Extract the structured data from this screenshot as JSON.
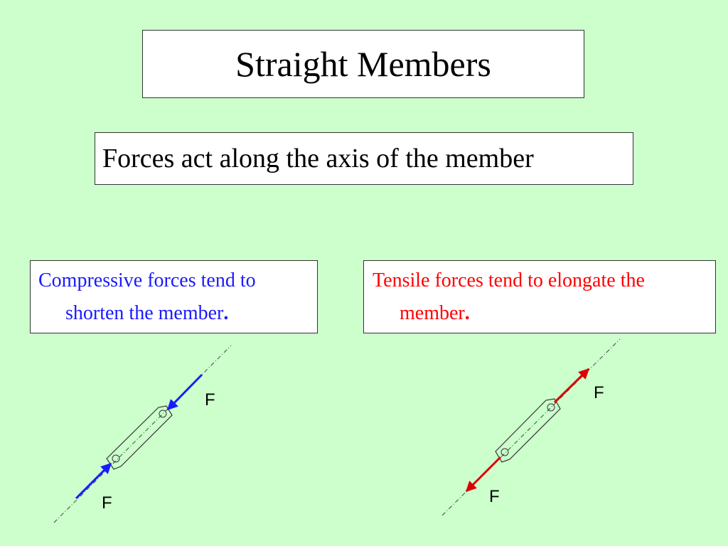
{
  "title": "Straight Members",
  "subtitle": "Forces act along the axis of the member",
  "compressive": {
    "line1": "Compressive forces tend to",
    "line2": "shorten the member",
    "period": ".",
    "force_label_top": "F",
    "force_label_bottom": "F",
    "color": "#1a1aff"
  },
  "tensile": {
    "line1": "Tensile forces tend to elongate the",
    "line2": "member",
    "period": ".",
    "force_label_top": "F",
    "force_label_bottom": "F",
    "color": "#dd0000"
  },
  "colors": {
    "background": "#ccffcc"
  }
}
